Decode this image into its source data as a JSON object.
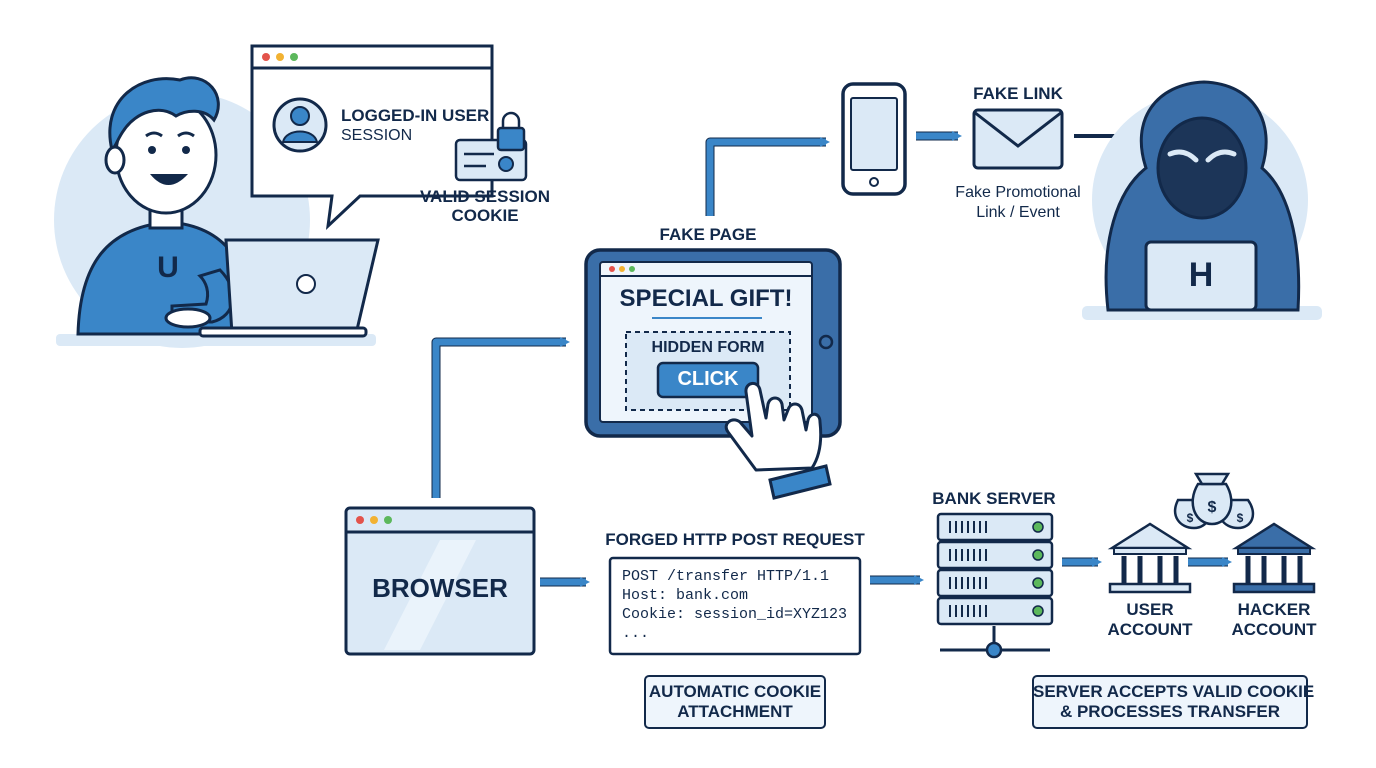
{
  "user": {
    "shirt_letter": "U"
  },
  "session_bubble": {
    "title": "LOGGED-IN USER",
    "subtitle": "SESSION"
  },
  "valid_cookie": {
    "line1": "VALID SESSION",
    "line2": "COOKIE"
  },
  "fake_link": {
    "title": "FAKE LINK",
    "desc_line1": "Fake Promotional",
    "desc_line2": "Link / Event"
  },
  "hacker": {
    "laptop_letter": "H"
  },
  "fake_page": {
    "label": "FAKE PAGE",
    "headline": "SPECIAL GIFT!",
    "hidden_form": "HIDDEN FORM",
    "button": "CLICK"
  },
  "browser": {
    "label": "BROWSER"
  },
  "request": {
    "title": "FORGED HTTP POST REQUEST",
    "lines": [
      "POST /transfer HTTP/1.1",
      "Host: bank.com",
      "Cookie: session_id=XYZ123",
      "..."
    ]
  },
  "auto_cookie": {
    "line1": "AUTOMATIC COOKIE",
    "line2": "ATTACHMENT"
  },
  "bank": {
    "label": "BANK SERVER"
  },
  "user_account": {
    "line1": "USER",
    "line2": "ACCOUNT"
  },
  "hacker_account": {
    "line1": "HACKER",
    "line2": "ACCOUNT"
  },
  "server_accepts": {
    "line1": "SERVER ACCEPTS VALID COOKIE",
    "line2": "& PROCESSES TRANSFER"
  },
  "colors": {
    "navy": "#12294a",
    "accent": "#3a86c8",
    "light": "#dbe9f6",
    "pale": "#eef5fc"
  }
}
